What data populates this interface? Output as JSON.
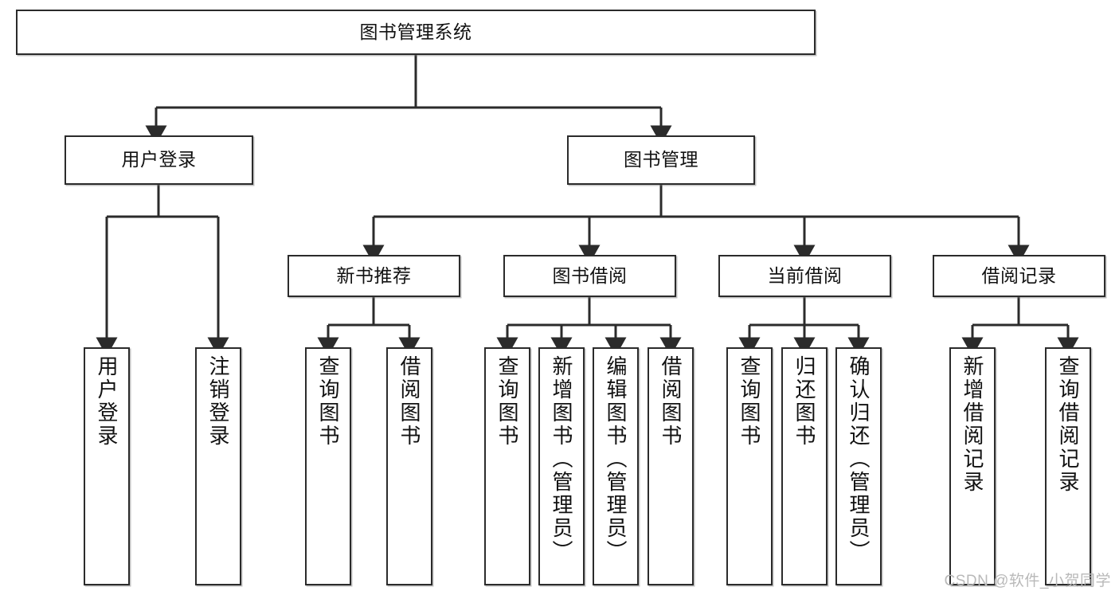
{
  "diagram": {
    "type": "tree-hierarchy-chart",
    "title": "图书管理系统",
    "watermark": "CSDN @软件_小贺同学",
    "colors": {
      "box_border": "#2b2b2b",
      "box_fill": "#ffffff",
      "connector": "#2b2b2b",
      "text": "#111111",
      "watermark": "#b9b9b9"
    },
    "root": {
      "label": "图书管理系统"
    },
    "level1": [
      {
        "label": "用户登录"
      },
      {
        "label": "图书管理"
      }
    ],
    "level2": [
      {
        "label": "新书推荐"
      },
      {
        "label": "图书借阅"
      },
      {
        "label": "当前借阅"
      },
      {
        "label": "借阅记录"
      }
    ],
    "leaves": {
      "user_login": [
        {
          "label": "用户登录"
        },
        {
          "label": "注销登录"
        }
      ],
      "new_book": [
        {
          "label": "查询图书"
        },
        {
          "label": "借阅图书"
        }
      ],
      "book_borrow": [
        {
          "label": "查询图书"
        },
        {
          "label": "新增图书（管理员）"
        },
        {
          "label": "编辑图书（管理员）"
        },
        {
          "label": "借阅图书"
        }
      ],
      "current_borrow": [
        {
          "label": "查询图书"
        },
        {
          "label": "归还图书"
        },
        {
          "label": "确认归还（管理员）"
        }
      ],
      "borrow_record": [
        {
          "label": "新增借阅记录"
        },
        {
          "label": "查询借阅记录"
        }
      ]
    }
  }
}
